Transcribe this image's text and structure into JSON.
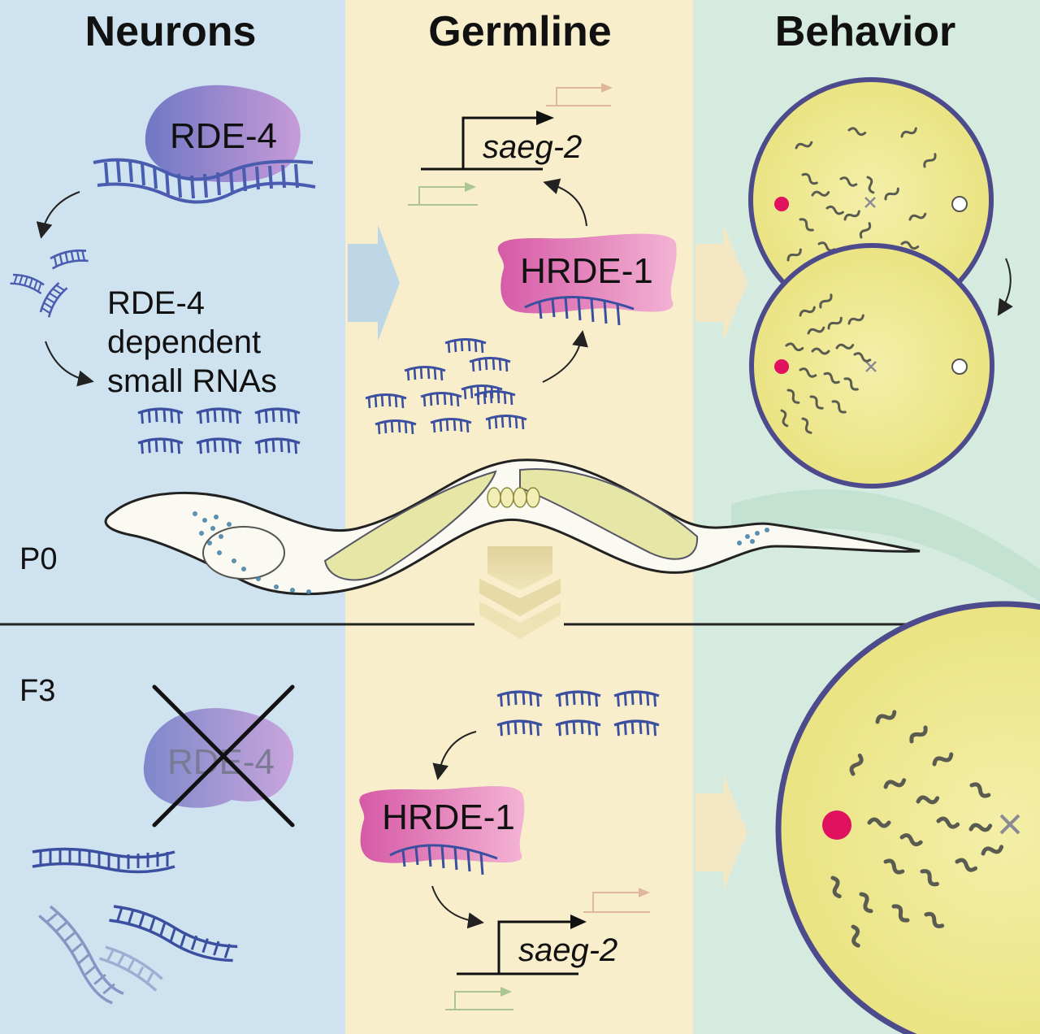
{
  "columns": {
    "neurons": "Neurons",
    "germline": "Germline",
    "behavior": "Behavior"
  },
  "generations": {
    "parent": "P0",
    "descendant": "F3"
  },
  "proteins": {
    "rde4": "RDE-4",
    "rde4_knockout": "RDE-4",
    "hrde1_p0": "HRDE-1",
    "hrde1_f3": "HRDE-1"
  },
  "labels": {
    "small_rnas_line1": "RDE-4",
    "small_rnas_line2": "dependent",
    "small_rnas_line3": "small RNAs"
  },
  "genes": {
    "p0_gene": "saeg-2",
    "f3_gene": "saeg-2"
  },
  "colors": {
    "neurons_bg": "#cfe2f0",
    "germline_bg": "#f8eecb",
    "behavior_bg": "#d6ebe0",
    "rde4_protein": "#8f86c9",
    "hrde1_protein": "#e16fb0",
    "rna_blue": "#3b4fa0",
    "plate_fill": "#f2eda0",
    "plate_rim": "#4e4b8c",
    "attractant_dot": "#e0115f",
    "worm_gray": "#5a5c52"
  },
  "icons": {
    "knockout": "x-cross-icon",
    "generation_transfer": "triple-chevron-down-icon",
    "column_flow": "block-arrow-right-icon",
    "odor_source": "filled-dot-icon",
    "control_spot": "open-circle-icon",
    "origin_mark": "x-mark-icon"
  }
}
